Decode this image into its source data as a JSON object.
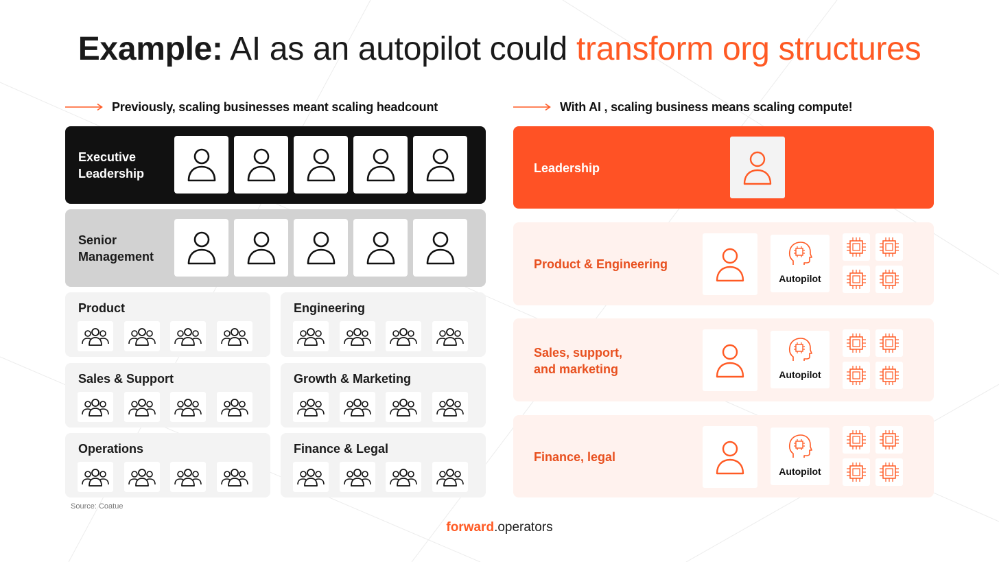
{
  "title": {
    "bold": "Example:",
    "plain": "AI as an autopilot could",
    "accent": "transform org structures"
  },
  "left": {
    "subtitle": "Previously, scaling businesses meant scaling headcount",
    "tiers": [
      {
        "label_line1": "Executive",
        "label_line2": "Leadership",
        "people": 5
      },
      {
        "label_line1": "Senior",
        "label_line2": "Management",
        "people": 5
      }
    ],
    "departments": [
      {
        "label": "Product",
        "groups": 4
      },
      {
        "label": "Engineering",
        "groups": 4
      },
      {
        "label": "Sales & Support",
        "groups": 4
      },
      {
        "label": "Growth & Marketing",
        "groups": 4
      },
      {
        "label": "Operations",
        "groups": 4
      },
      {
        "label": "Finance & Legal",
        "groups": 4
      }
    ]
  },
  "right": {
    "subtitle": "With AI , scaling business means scaling compute!",
    "leadership": {
      "label": "Leadership"
    },
    "units": [
      {
        "label_line1": "Product & Engineering",
        "label_line2": "",
        "autopilot": "Autopilot",
        "chips": 4
      },
      {
        "label_line1": "Sales, support,",
        "label_line2": "and marketing",
        "autopilot": "Autopilot",
        "chips": 4
      },
      {
        "label_line1": "Finance, legal",
        "label_line2": "",
        "autopilot": "Autopilot",
        "chips": 4
      }
    ]
  },
  "source": "Source: Coatue",
  "brand": {
    "bold": "forward",
    "rest": ".operators"
  },
  "colors": {
    "accent": "#ff5a24",
    "leadership_fill": "#ff5225",
    "ai_panel_fill": "#fff2ee",
    "exec_fill": "#111111",
    "senior_fill": "#d2d2d2",
    "dept_fill": "#f3f3f3"
  },
  "icons": {
    "person": "person-outline-icon",
    "group": "group-of-people-icon",
    "autopilot": "ai-head-icon",
    "compute": "cpu-chip-icon",
    "arrow": "arrow-right-icon"
  }
}
